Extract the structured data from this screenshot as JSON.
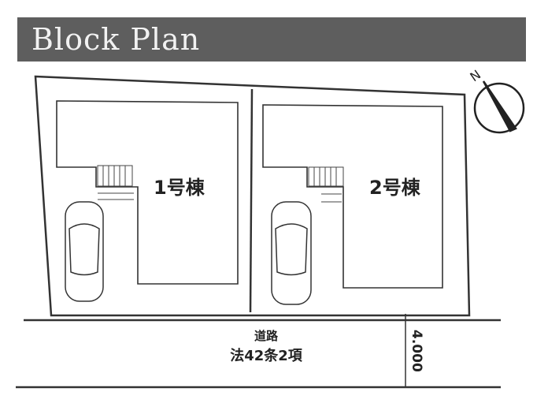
{
  "title": "Block Plan",
  "buildings": [
    {
      "label": "1号棟"
    },
    {
      "label": "2号棟"
    }
  ],
  "road": {
    "name": "道路",
    "classification": "法42条2項",
    "width": "4.000"
  },
  "compass": {
    "label": "N"
  },
  "colors": {
    "title_bg": "#5e5e5e",
    "line": "#333333"
  }
}
